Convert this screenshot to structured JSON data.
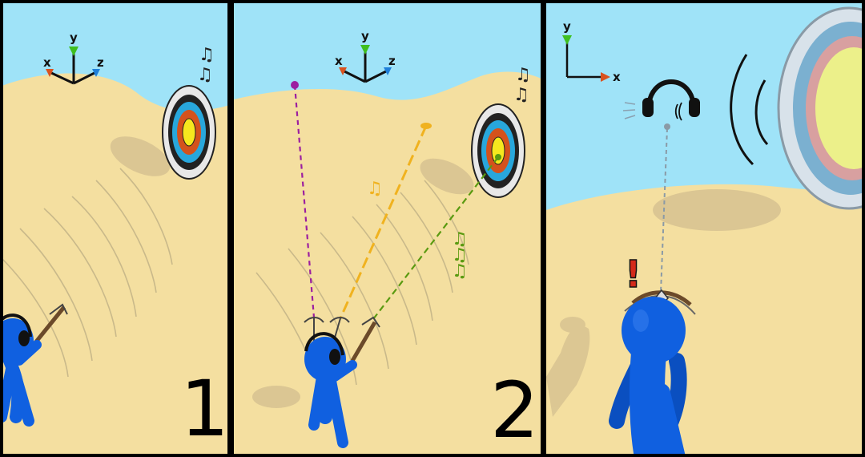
{
  "panels": [
    {
      "number": "1",
      "axes": {
        "x": "x",
        "y": "y",
        "z": "z"
      }
    },
    {
      "number": "2",
      "axes": {
        "x": "x",
        "y": "y",
        "z": "z"
      }
    },
    {
      "number": "",
      "axes": {
        "x": "x",
        "y": "y"
      },
      "alert": "!"
    }
  ],
  "colors": {
    "sky": "#9fe3f8",
    "sand": "#f4dfa0",
    "figure": "#1060e0",
    "trajectory_purple": "#9c1fa0",
    "trajectory_yellow": "#f0b21f",
    "trajectory_green": "#5a9a10",
    "axis_x": "#d9521f",
    "axis_y": "#3fbf1f",
    "axis_z": "#1f7fd9",
    "alert_red": "#d42a1a"
  },
  "notes": {
    "glyph": "♫"
  }
}
